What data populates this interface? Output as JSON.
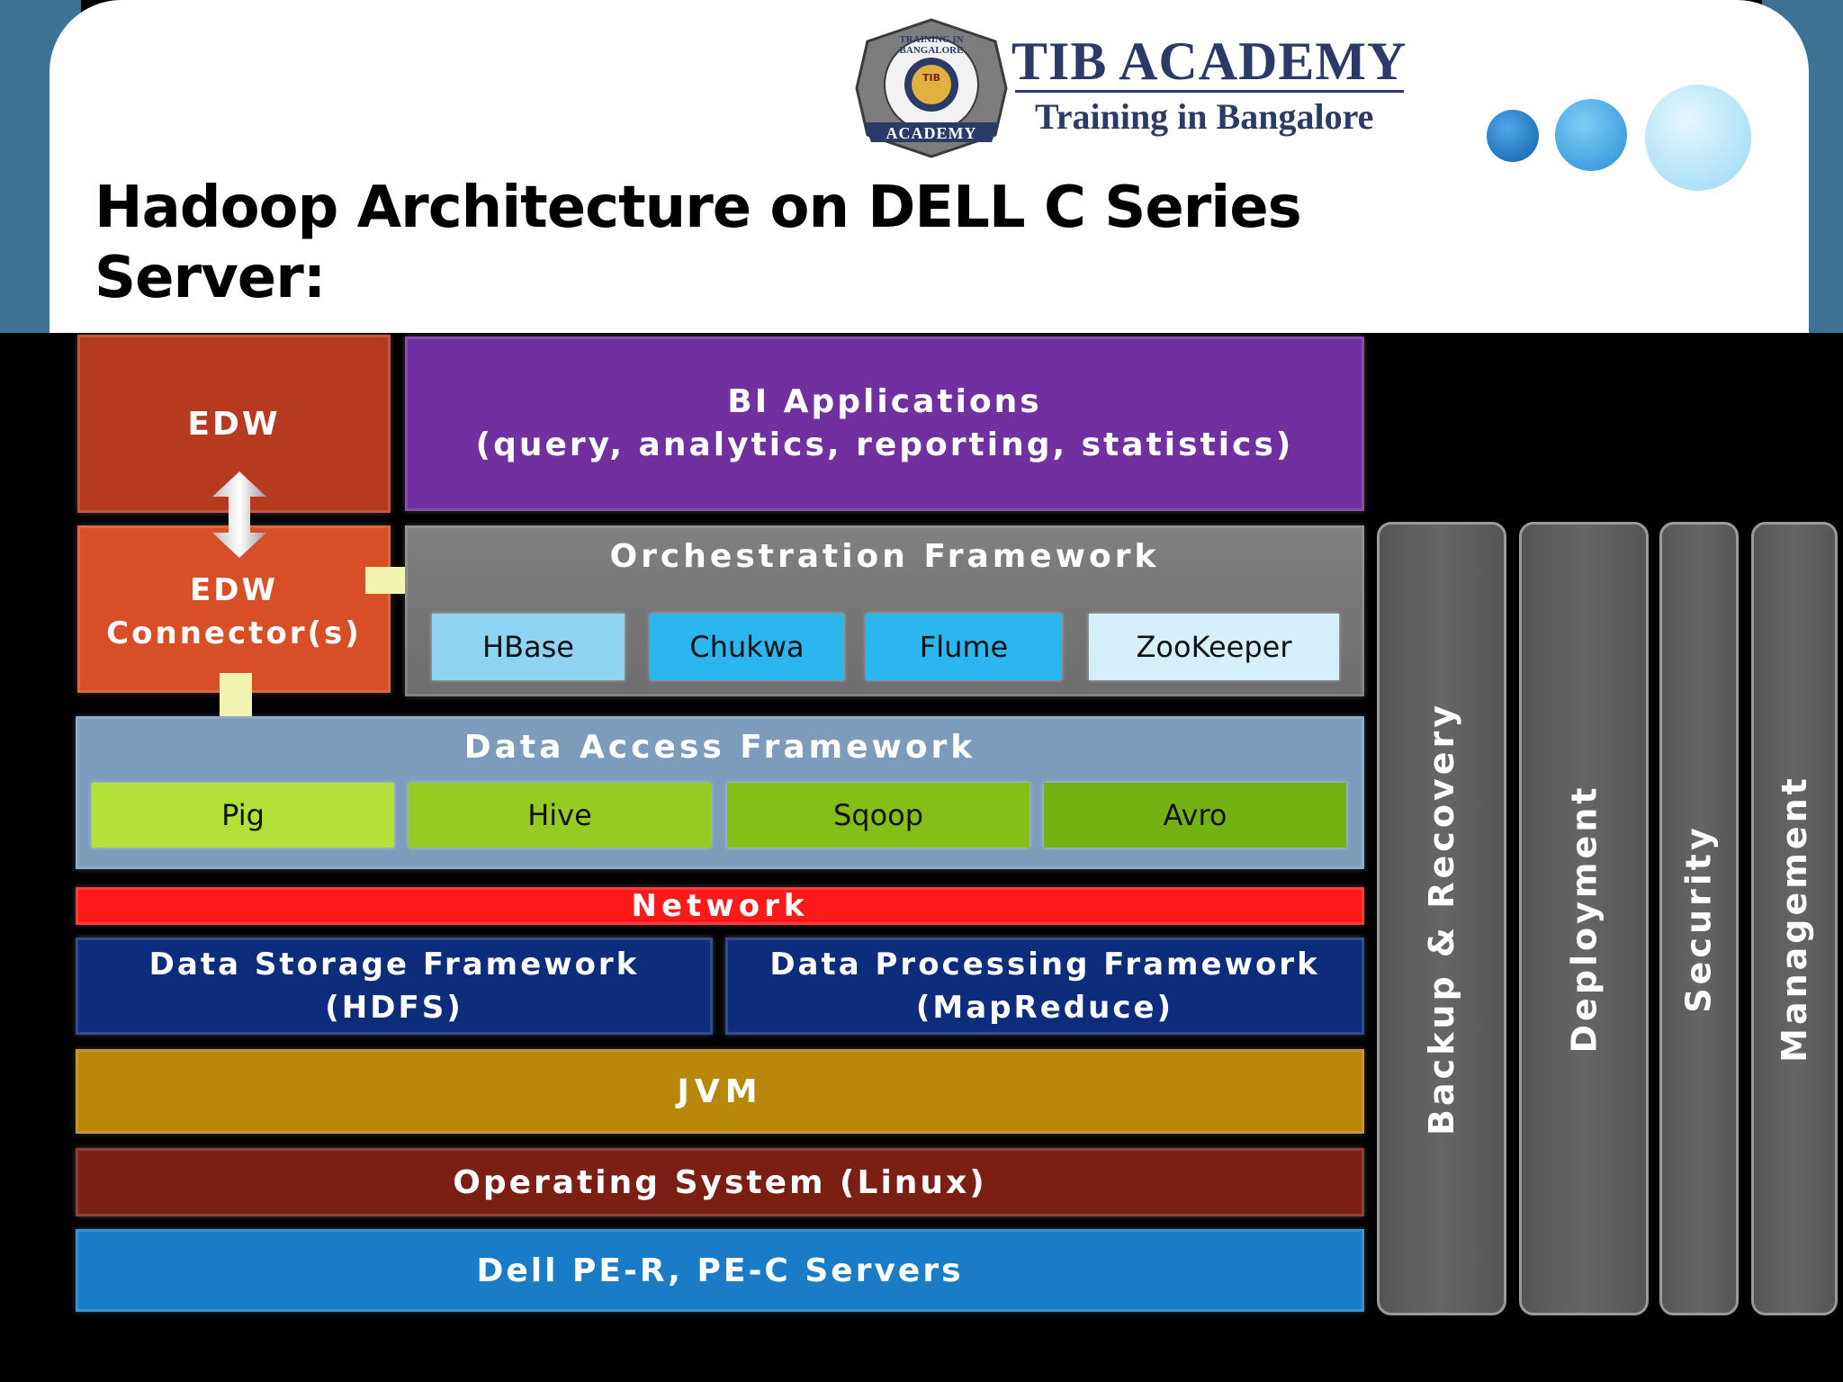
{
  "header": {
    "title": "Hadoop Architecture on DELL C Series Server:",
    "title_line1": "Hadoop Architecture on DELL C Series",
    "title_line2": "Server:"
  },
  "logo": {
    "name": "TIB ACADEMY",
    "tagline": "Training in Bangalore",
    "seal_ring_text": "TRAINING IN BANGALORE",
    "seal_banner": "ACADEMY",
    "seal_center": "TIB"
  },
  "diagram": {
    "edw": "EDW",
    "edw_connector_line1": "EDW",
    "edw_connector_line2": "Connector(s)",
    "bi_line1": "BI Applications",
    "bi_line2": "(query, analytics, reporting, statistics)",
    "orchestration": {
      "title": "Orchestration Framework",
      "tools": [
        "HBase",
        "Chukwa",
        "Flume",
        "ZooKeeper"
      ]
    },
    "data_access": {
      "title": "Data Access Framework",
      "tools": [
        "Pig",
        "Hive",
        "Sqoop",
        "Avro"
      ]
    },
    "network": "Network",
    "storage_line1": "Data Storage Framework",
    "storage_line2": "(HDFS)",
    "processing_line1": "Data Processing Framework",
    "processing_line2": "(MapReduce)",
    "jvm": "JVM",
    "os": "Operating System (Linux)",
    "hardware": "Dell PE-R, PE-C Servers",
    "pillars": [
      "Backup & Recovery",
      "Deployment",
      "Security",
      "Management"
    ]
  },
  "colors": {
    "edw": "#b53a1f",
    "edw_connector": "#d84e26",
    "bi": "#7030a0",
    "orchestration": "#808080",
    "data_access": "#7d9cbc",
    "network": "#ff1a1a",
    "storage": "#0d2c7c",
    "jvm": "#b8860b",
    "os": "#7b1f14",
    "hardware": "#1a7cc6",
    "pillar": "#5c5c5c"
  }
}
